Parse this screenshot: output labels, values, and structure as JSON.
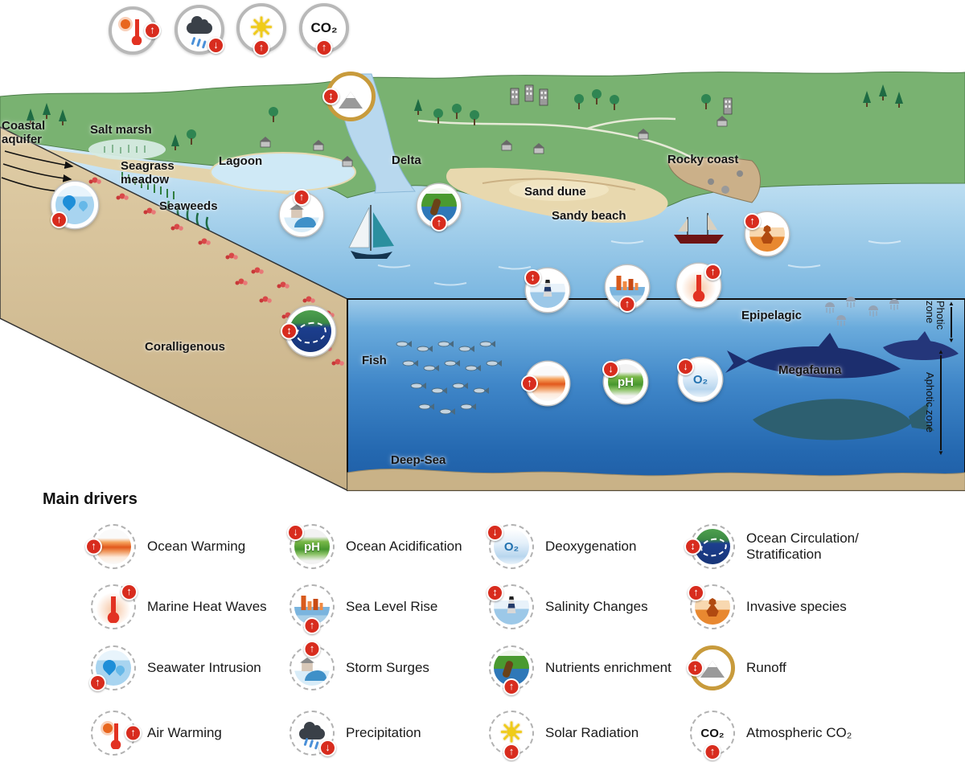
{
  "glyphs": {
    "up": "↑",
    "down": "↓",
    "updown": "↕",
    "sun": "☀"
  },
  "icon_text": {
    "ph": "pH",
    "o2": "O₂",
    "co2": "CO₂"
  },
  "scene": {
    "labels": {
      "coastal_aquifer": "Coastal\naquifer",
      "salt_marsh": "Salt marsh",
      "seagrass_meadow": "Seagrass\nmeadow",
      "seaweeds": "Seaweeds",
      "lagoon": "Lagoon",
      "delta": "Delta",
      "sand_dune": "Sand dune",
      "sandy_beach": "Sandy beach",
      "rocky_coast": "Rocky coast",
      "coralligenous": "Coralligenous",
      "fish": "Fish",
      "deep_sea": "Deep-Sea",
      "epipelagic": "Epipelagic",
      "megafauna": "Megafauna",
      "photic_zone": "Photic zone",
      "aphotic_zone": "Aphotic zone"
    }
  },
  "legend": {
    "title": "Main drivers",
    "items": [
      {
        "label": "Ocean Warming"
      },
      {
        "label": "Ocean Acidification"
      },
      {
        "label": "Deoxygenation"
      },
      {
        "label": "Ocean Circulation/\nStratification"
      },
      {
        "label": "Marine Heat Waves"
      },
      {
        "label": "Sea Level Rise"
      },
      {
        "label": "Salinity Changes"
      },
      {
        "label": "Invasive species"
      },
      {
        "label": "Seawater Intrusion"
      },
      {
        "label": "Storm Surges"
      },
      {
        "label": "Nutrients enrichment"
      },
      {
        "label": "Runoff"
      },
      {
        "label": "Air Warming"
      },
      {
        "label": "Precipitation"
      },
      {
        "label": "Solar Radiation"
      },
      {
        "label": "Atmospheric CO₂"
      }
    ]
  },
  "colors": {
    "accent_red": "#d82c1e",
    "land_green": "#79b271",
    "ocean_blue": "#2a6db5",
    "sand": "#d8c49c",
    "runoff_gold": "#c89b3c"
  }
}
